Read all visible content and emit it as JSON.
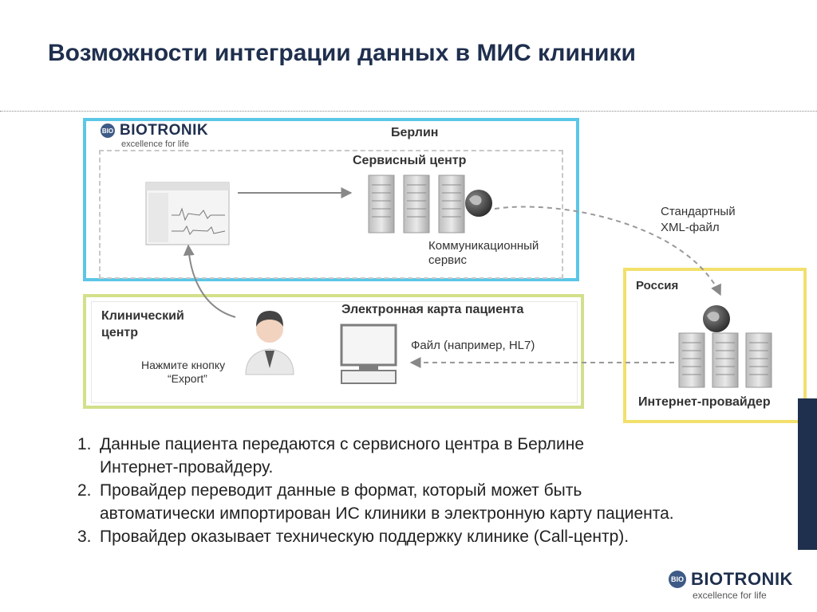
{
  "title": "Возможности интеграции данных в МИС клиники",
  "diagram": {
    "berlin": {
      "logo_name": "BIOTRONIK",
      "logo_tagline": "excellence for life",
      "city": "Берлин",
      "service_center": "Сервисный центр",
      "comm_service_line1": "Коммуникационный",
      "comm_service_line2": "сервис"
    },
    "transfer": {
      "line1": "Стандартный",
      "line2": "XML-файл"
    },
    "russia": {
      "label": "Россия",
      "provider": "Интернет-провайдер"
    },
    "clinic": {
      "center_line1": "Клинический",
      "center_line2": "центр",
      "export_line1": "Нажмите кнопку",
      "export_line2": "“Export”",
      "emr": "Электронная карта пациента",
      "file": "Файл (например, HL7)"
    }
  },
  "notes": [
    {
      "num": "1.",
      "line1": "Данные пациента передаются с сервисного центра в Берлине",
      "line2": "Интернет-провайдеру."
    },
    {
      "num": "2.",
      "line1": "Провайдер переводит данные в формат, который может быть",
      "line2": "автоматически импортирован ИС клиники в электронную карту пациента."
    },
    {
      "num": "3.",
      "line1": "Провайдер оказывает техническую поддержку клинике (Call-центр).",
      "line2": ""
    }
  ],
  "footer_logo": {
    "name": "BIOTRONIK",
    "tagline": "excellence for life"
  }
}
